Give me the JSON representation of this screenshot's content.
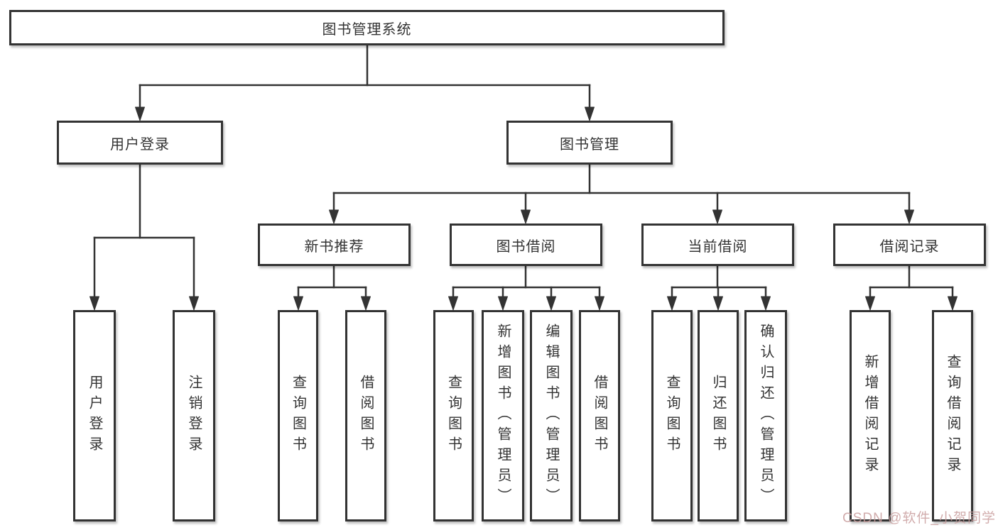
{
  "diagram": {
    "root": "图书管理系统",
    "user_login": {
      "label": "用户登录",
      "children": [
        "用户登录",
        "注销登录"
      ]
    },
    "book_mgmt": {
      "label": "图书管理",
      "groups": [
        {
          "label": "新书推荐",
          "children": [
            "查询图书",
            "借阅图书"
          ]
        },
        {
          "label": "图书借阅",
          "children": [
            "查询图书",
            "新增图书（管理员）",
            "编辑图书（管理员）",
            "借阅图书"
          ]
        },
        {
          "label": "当前借阅",
          "children": [
            "查询图书",
            "归还图书",
            "确认归还（管理员）"
          ]
        },
        {
          "label": "借阅记录",
          "children": [
            "新增借阅记录",
            "查询借阅记录"
          ]
        }
      ]
    }
  },
  "watermark": "CSDN @软件_小贺同学",
  "colors": {
    "background": "#ffffff",
    "box_border": "#333333",
    "text": "#333333",
    "connector": "#333333",
    "watermark": "#c99e9e"
  }
}
